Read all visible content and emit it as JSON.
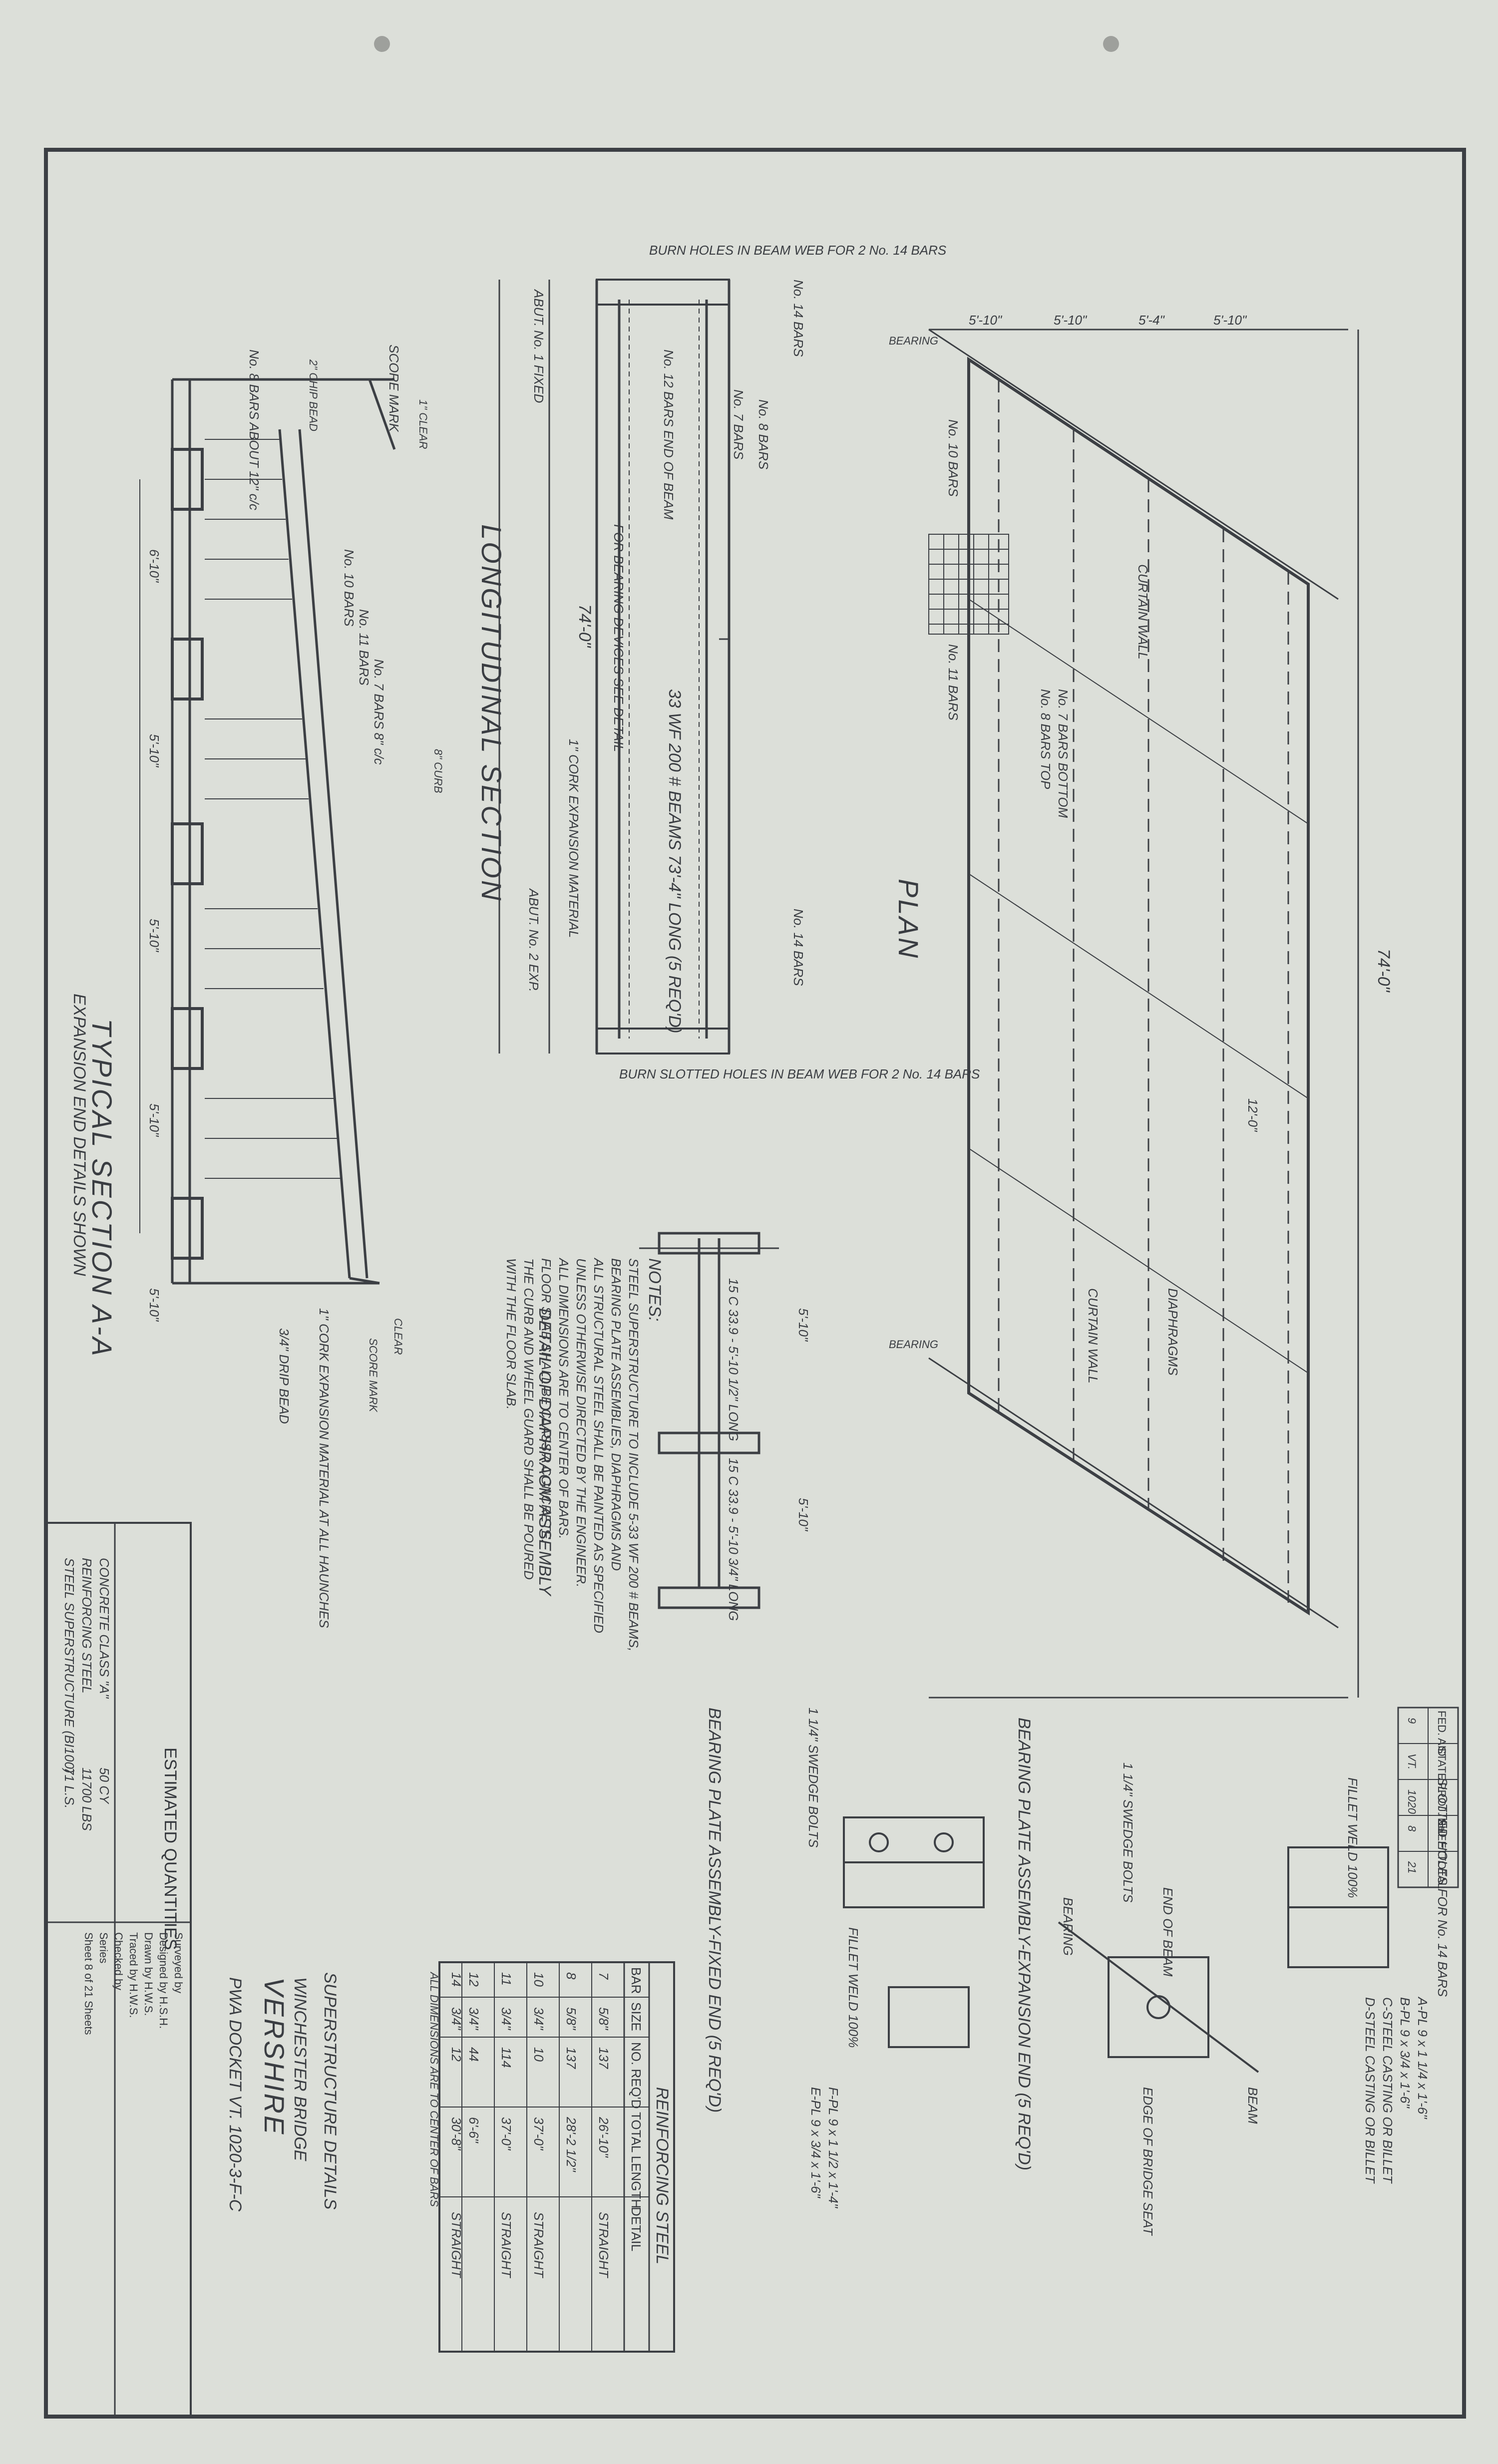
{
  "sheet": {
    "paper_color": "#dcdfd9",
    "ink_color": "#3c3f44",
    "punch_holes": 2
  },
  "typical_section": {
    "title": "TYPICAL SECTION A-A",
    "subtitle": "EXPANSION END DETAILS SHOWN",
    "notes": [
      "SCORE MARK",
      "No. 8 BARS ABOUT 12\" c/c",
      "2\" CHIP BEAD",
      "1\" CLEAR",
      "No. 10 BARS",
      "No. 11 BARS",
      "No. 7 BARS 8\" c/c",
      "8\" CURB",
      "6'-10\"",
      "5'-10\"",
      "5'-10\"",
      "5'-10\"",
      "5'-10\"",
      "1\" CORK EXPANSION MATERIAL AT ALL HAUNCHES",
      "3/4\" DRIP BEAD",
      "CLEAR",
      "SCORE MARK"
    ]
  },
  "longitudinal_section": {
    "title": "LONGITUDINAL SECTION",
    "notes": [
      "BURN HOLES IN BEAM WEB FOR 2 No. 14 BARS",
      "ABUT. No. 1 FIXED",
      "No. 12 BARS END OF BEAM",
      "No. 14 BARS",
      "No. 8 BARS",
      "No. 7 BARS",
      "74'-0\"",
      "33 WF 200 # BEAMS 73'-4\" LONG (5 REQ'D)",
      "FOR BEARING DEVICES SEE DETAIL",
      "1\" CORK EXPANSION MATERIAL",
      "ABUT. No. 2 EXP.",
      "No. 14 BARS",
      "BURN SLOTTED HOLES IN BEAM WEB FOR 2 No. 14 BARS"
    ]
  },
  "plan": {
    "title": "PLAN",
    "notes": [
      "No. 10 BARS",
      "No. 11 BARS",
      "No. 7 BARS BOTTOM",
      "No. 8 BARS TOP",
      "CURTAIN WALL",
      "DIAPHRAGMS",
      "CURTAIN WALL",
      "74'-0\"",
      "12'-0\"",
      "5'-10\"",
      "5'-10\"",
      "5'-4\"",
      "5'-10\"",
      "BEARING",
      "BEARING"
    ]
  },
  "diaphragm": {
    "title": "DETAIL OF DIAPHRAGM ASSEMBLY",
    "notes": [
      "15 C 33.9 - 5'-10 1/2\" LONG",
      "15 C 33.9 - 5'-10 3/4\" LONG",
      "5'-10\"",
      "5'-10\""
    ]
  },
  "general_notes": {
    "heading": "NOTES:",
    "lines": [
      "STEEL SUPERSTRUCTURE TO INCLUDE 5-33 WF 200 # BEAMS,",
      "BEARING PLATE ASSEMBLIES, DIAPHRAGMS AND",
      "ALL STRUCTURAL STEEL SHALL BE PAINTED AS SPECIFIED",
      "UNLESS OTHERWISE DIRECTED BY THE ENGINEER.",
      "ALL DIMENSIONS ARE TO CENTER OF BARS.",
      "FLOOR SLAB SHALL BE CLASS A CONCRETE.",
      "THE CURB AND WHEEL GUARD SHALL BE POURED",
      "WITH THE FLOOR SLAB."
    ]
  },
  "bearing_fixed": {
    "title": "BEARING PLATE ASSEMBLY-FIXED END (5 REQ'D)",
    "notes": [
      "1 1/4\" SWEDGE BOLTS",
      "FILLET WELD 100%",
      "F-PL 9 x 1 1/2 x 1'-4\"",
      "E-PL 9 x 3/4 x 1'-6\""
    ]
  },
  "bearing_expansion": {
    "title": "BEARING PLATE ASSEMBLY-EXPANSION END (5 REQ'D)",
    "notes": [
      "FILLET WELD 100%",
      "SLOTTED HOLES FOR No. 14 BARS",
      "1 1/4\" SWEDGE BOLTS",
      "END OF BEAM",
      "EDGE OF BRIDGE SEAT",
      "BEARING",
      "BEAM"
    ]
  },
  "bearing_notes": {
    "lines": [
      "A-PL 9 x 1 1/4 x 1'-6\"",
      "B-PL 9 x 3/4 x 1'-6\"",
      "C-STEEL CASTING OR BILLET",
      "D-STEEL CASTING OR BILLET"
    ]
  },
  "reinforcing": {
    "title": "REINFORCING STEEL",
    "headers": [
      "BAR",
      "SIZE",
      "NO. REQ'D",
      "TOTAL LENGTH",
      "DETAIL"
    ],
    "rows": [
      [
        "7",
        "5/8\"",
        "137",
        "26'-10\"",
        "STRAIGHT"
      ],
      [
        "8",
        "5/8\"",
        "137",
        "28'-2 1/2\"",
        ""
      ],
      [
        "10",
        "3/4\"",
        "10",
        "37'-0\"",
        "STRAIGHT"
      ],
      [
        "11",
        "3/4\"",
        "114",
        "37'-0\"",
        "STRAIGHT"
      ],
      [
        "12",
        "3/4\"",
        "44",
        "6'-6\"",
        ""
      ],
      [
        "14",
        "3/4\"",
        "12",
        "30'-8\"",
        "STRAIGHT"
      ]
    ],
    "footer": "ALL DIMENSIONS ARE TO CENTER OF BARS"
  },
  "quantities": {
    "title": "ESTIMATED QUANTITIES",
    "rows": [
      [
        "CONCRETE CLASS \"A\"",
        "50 CY"
      ],
      [
        "REINFORCING STEEL",
        "11700 LBS"
      ],
      [
        "STEEL SUPERSTRUCTURE (BI100)",
        "71 L.S."
      ]
    ]
  },
  "title_block": {
    "line1": "SUPERSTRUCTURE DETAILS",
    "line2": "WINCHESTER BRIDGE",
    "line3": "VERSHIRE",
    "line4": "PWA DOCKET VT. 1020-3-F-C",
    "credits": [
      "Surveyed by",
      "Designed by H.S.H.",
      "Drawn by H.W.S.",
      "Traced by H.W.S.",
      "Checked by",
      "Series",
      "Sheet 8 of 21 Sheets"
    ]
  },
  "corner_table": {
    "headers": [
      "FED. AID",
      "STATE",
      "PROJ. No.",
      "SHEET",
      "TOTAL"
    ],
    "row": [
      "9",
      "VT.",
      "1020",
      "8",
      "21"
    ]
  }
}
